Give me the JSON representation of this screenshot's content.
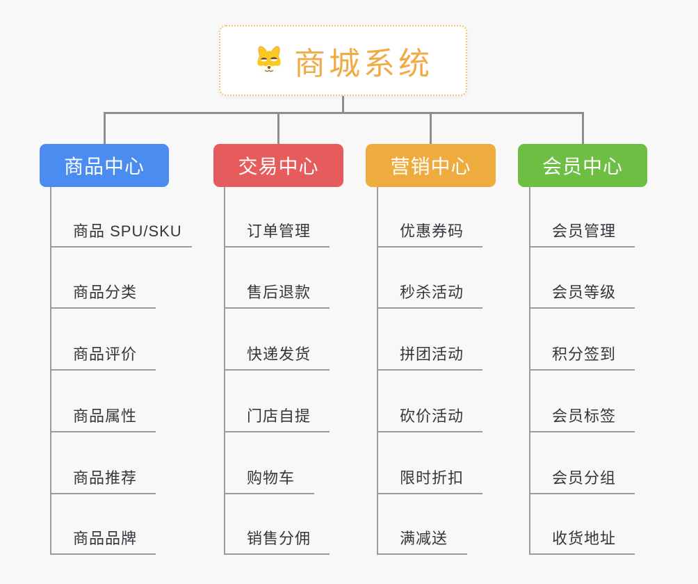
{
  "diagram": {
    "background_color": "#F8F8F8",
    "connector_color": "#8E8E8E",
    "underline_color": "#9B9B9B",
    "topic_text_color": "#33363B"
  },
  "root": {
    "title": "商城系统",
    "icon": "shiba-dog-icon",
    "text_color": "#F0AB46",
    "border_color": "#F6C278",
    "background_color": "#FFFFFF"
  },
  "branches": [
    {
      "label": "商品中心",
      "color": "#4A8CF0",
      "items": [
        "商品 SPU/SKU",
        "商品分类",
        "商品评价",
        "商品属性",
        "商品推荐",
        "商品品牌"
      ]
    },
    {
      "label": "交易中心",
      "color": "#E65C5C",
      "items": [
        "订单管理",
        "售后退款",
        "快递发货",
        "门店自提",
        "购物车",
        "销售分佣"
      ]
    },
    {
      "label": "营销中心",
      "color": "#EEAC3E",
      "items": [
        "优惠券码",
        "秒杀活动",
        "拼团活动",
        "砍价活动",
        "限时折扣",
        "满减送"
      ]
    },
    {
      "label": "会员中心",
      "color": "#6FBE44",
      "items": [
        "会员管理",
        "会员等级",
        "积分签到",
        "会员标签",
        "会员分组",
        "收货地址"
      ]
    }
  ]
}
